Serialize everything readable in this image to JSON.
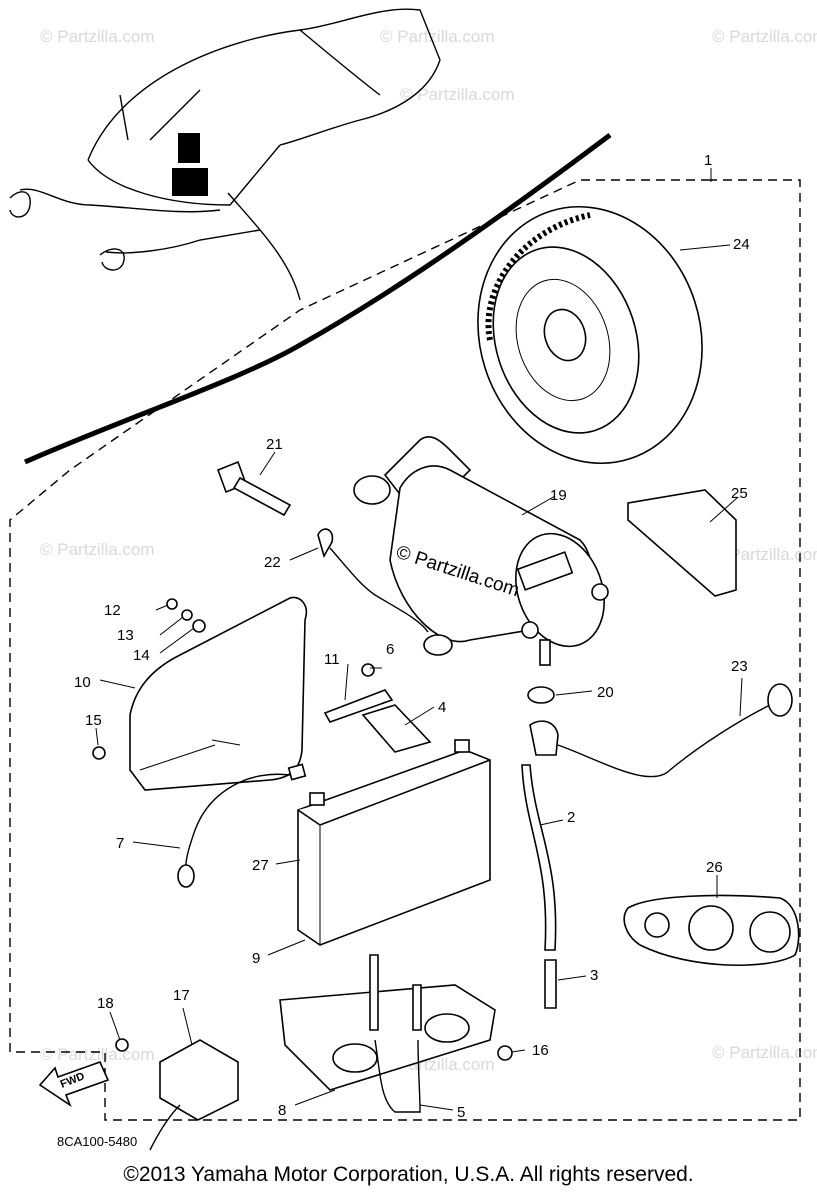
{
  "diagram": {
    "callouts": [
      "1",
      "2",
      "3",
      "4",
      "5",
      "6",
      "7",
      "8",
      "9",
      "10",
      "11",
      "12",
      "13",
      "14",
      "15",
      "16",
      "17",
      "18",
      "19",
      "20",
      "21",
      "22",
      "23",
      "24",
      "25",
      "26",
      "27"
    ],
    "part_code": "8CA100-5480",
    "fwd_label": "FWD",
    "center_watermark": "Partzilla.com",
    "corner_watermark": "Partzilla.com"
  },
  "footer": {
    "copyright": "©2013 Yamaha Motor Corporation, U.S.A. All rights reserved."
  }
}
